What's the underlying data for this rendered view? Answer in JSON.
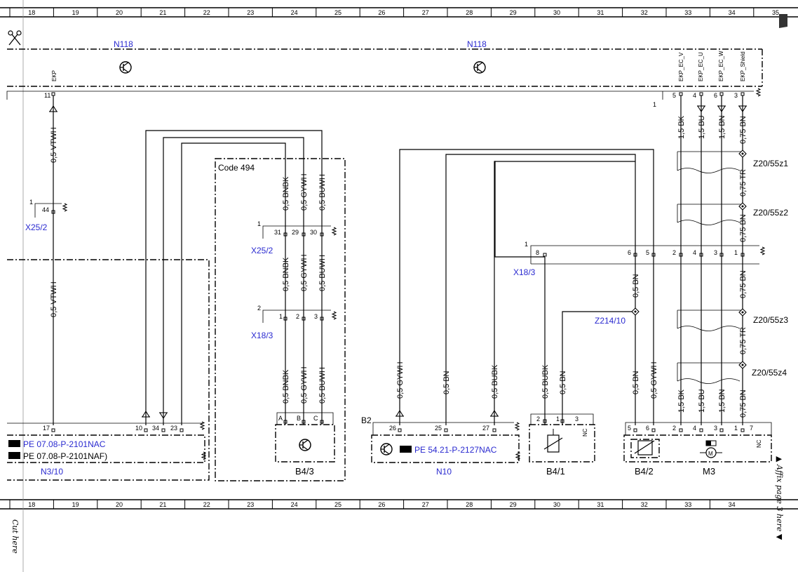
{
  "ruler_top": [
    "18",
    "19",
    "20",
    "21",
    "22",
    "23",
    "24",
    "25",
    "26",
    "27",
    "28",
    "29",
    "30",
    "31",
    "32",
    "33",
    "34",
    "35"
  ],
  "ruler_bottom": [
    "18",
    "19",
    "20",
    "21",
    "22",
    "23",
    "24",
    "25",
    "26",
    "27",
    "28",
    "29",
    "30",
    "31",
    "32",
    "33",
    "34"
  ],
  "margin_text": {
    "cut_here": "Cut here",
    "affix": "▲ Affix page 3 here ▼"
  },
  "icons": [
    "scissors-icon",
    "transistor-icon",
    "wrench-icon",
    "motor-icon",
    "resistor-icon",
    "manual-reference-icon"
  ],
  "components": {
    "n118_left": "N118",
    "n118_right": "N118",
    "x25_2_top": "X25/2",
    "x25_2_mid": "X25/2",
    "x18_3_mid": "X18/3",
    "x18_3_right": "X18/3",
    "n3_10": "N3/10",
    "b4_3": "B4/3",
    "n10": "N10",
    "b4_1": "B4/1",
    "b4_2": "B4/2",
    "m3": "M3",
    "z214_10": "Z214/10",
    "z20_55z1": "Z20/55z1",
    "z20_55z2": "Z20/55z2",
    "z20_55z3": "Z20/55z3",
    "z20_55z4": "Z20/55z4",
    "b2": "B2",
    "code_494": "Code 494"
  },
  "references": {
    "pe_07_nac": "PE 07.08-P-2101NAC",
    "pe_07_naf": "PE 07.08-P-2101NAF)",
    "pe_54": "PE 54.21-P-2127NAC"
  },
  "pin_names": {
    "ekp": "EKP",
    "ekp_ec_v": "EKP_EC_V",
    "ekp_ec_u": "EKP_EC_U",
    "ekp_ec_w": "EKP_EC_W",
    "ekp_shield": "EKP_Shield"
  },
  "pins": {
    "n118_11": "11",
    "n118_5": "5",
    "n118_4": "4",
    "n118_6": "6",
    "n118_3": "3",
    "n118_1": "1",
    "x25_44": "44",
    "x25_1": "1",
    "x25m_31": "31",
    "x25m_29": "29",
    "x25m_30": "30",
    "x25m_1": "1",
    "x18m_1": "1",
    "x18m_2": "2",
    "x18m_3": "3",
    "x18m_lbl": "2",
    "x18r_8": "8",
    "x18r_6": "6",
    "x18r_5": "5",
    "x18r_2": "2",
    "x18r_4": "4",
    "x18r_3": "3",
    "x18r_1": "1",
    "x18r_lbl": "1",
    "n3_17": "17",
    "n3_10": "10",
    "n3_34": "34",
    "n3_23": "23",
    "b43_a": "A",
    "b43_b": "B",
    "b43_c": "C",
    "n10_26": "26",
    "n10_25": "25",
    "n10_27": "27",
    "b41_2": "2",
    "b41_1": "1",
    "b41_3": "3",
    "b41_nc": "NC",
    "b42_5": "5",
    "b42_6": "6",
    "m3_2": "2",
    "m3_4": "4",
    "m3_3": "3",
    "m3_1": "1",
    "m3_7": "7",
    "m3_nc": "NC"
  },
  "wires": {
    "vtwh_top": "0,5 VTWH",
    "vtwh_bot": "0,5 VTWH",
    "bnbk_1": "0,5 BNBK",
    "gywh_1": "0,5 GYWH",
    "buwh_1": "0,5 BUWH",
    "bnbk_2": "0,5 BNBK",
    "gywh_2": "0,5 GYWH",
    "buwh_2": "0,5 BUWH",
    "bnbk_3": "0,5 BNBK",
    "gywh_3": "0,5 GYWH",
    "buwh_3": "0,5 BUWH",
    "gywh_n10": "0,5 GYWH",
    "bn_n10": "0,5 BN",
    "bubk_n10": "0,5 BUBK",
    "bubk_b41": "0,5 BUBK",
    "bn_b41": "0,5 BN",
    "bn_z214": "0,5 BN",
    "bn_b42": "0,5 BN",
    "gywh_b42": "0,5 GYWH",
    "bk_top": "1,5 BK",
    "bu_top": "1,5 BU",
    "bn_top": "1,5 BN",
    "bn075_top": "0,75 BN",
    "tr_1": "0,75 TR",
    "bn075_2": "0,75 BN",
    "bn075_3": "0,75 BN",
    "tr_2": "0,75 TR",
    "bk_bot": "1,5 BK",
    "bu_bot": "1,5 BU",
    "bn_bot": "1,5 BN",
    "bn075_bot": "0,75 BN"
  },
  "colors": {
    "label_blue": "#2a2ad0",
    "line": "#000000"
  }
}
